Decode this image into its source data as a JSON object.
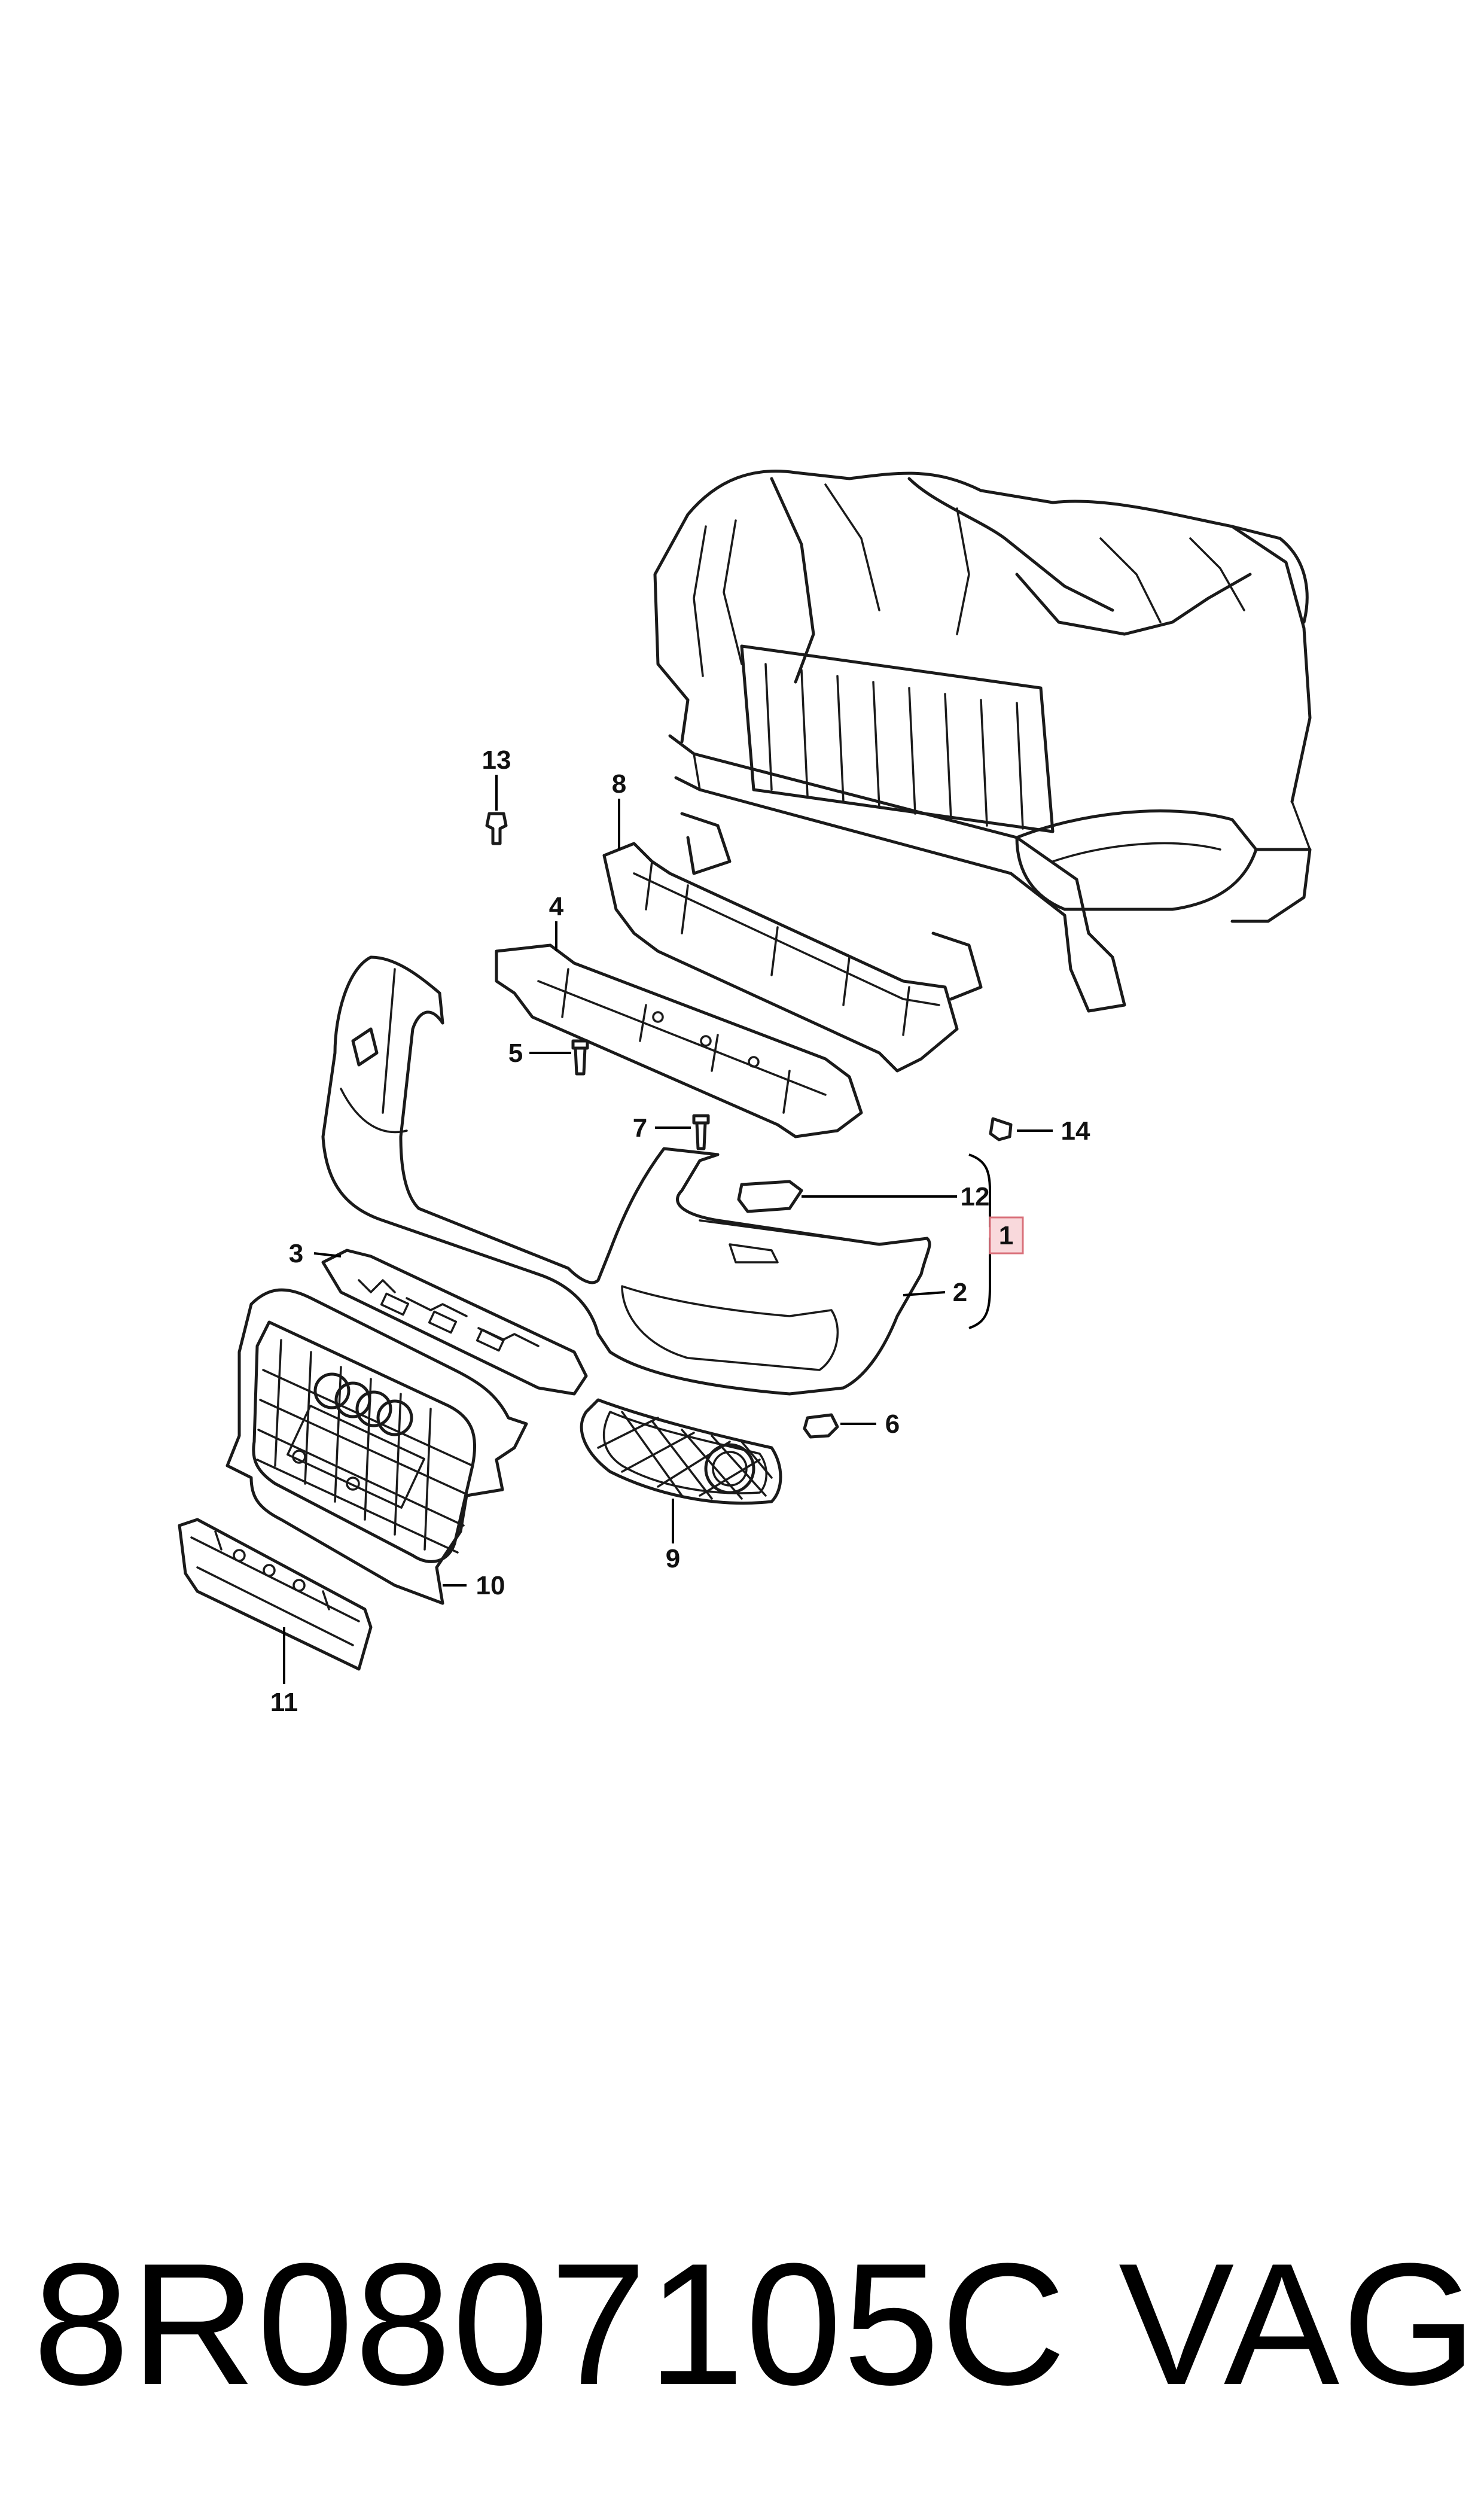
{
  "callouts": {
    "c1": "1",
    "c2": "2",
    "c3": "3",
    "c4": "4",
    "c5": "5",
    "c6": "6",
    "c7": "7",
    "c8": "8",
    "c9": "9",
    "c10": "10",
    "c11": "11",
    "c12": "12",
    "c13": "13",
    "c14": "14"
  },
  "footer": {
    "part_number": "8R0807105C",
    "brand": "VAG"
  },
  "colors": {
    "line": "#1a1a1a",
    "highlight_box": "#f9d9dc",
    "highlight_border": "#d9707a",
    "background": "#ffffff"
  }
}
